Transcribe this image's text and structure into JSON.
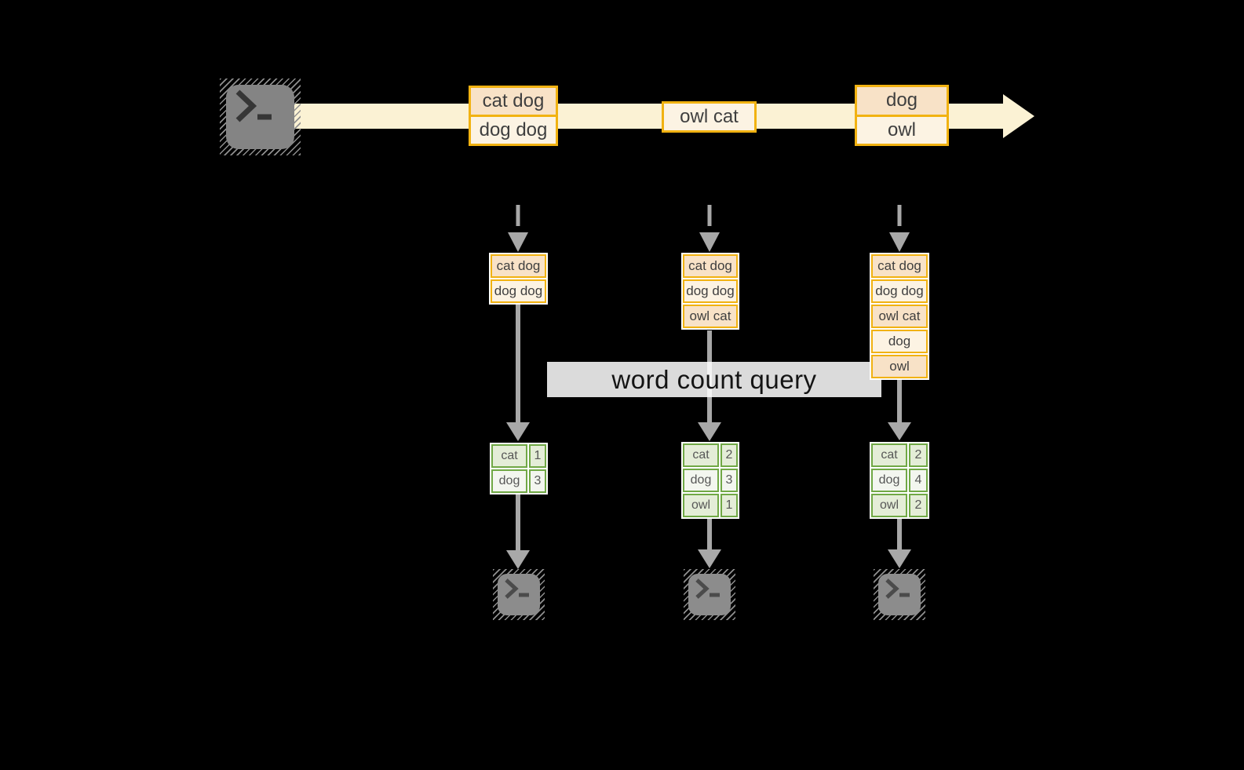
{
  "query_label": "word count query",
  "stream_batches": [
    {
      "rows": [
        "cat dog",
        "dog dog"
      ]
    },
    {
      "rows": [
        "owl cat"
      ]
    },
    {
      "rows": [
        "dog",
        "owl"
      ]
    }
  ],
  "micro_batches": [
    {
      "rows": [
        "cat dog",
        "dog dog"
      ]
    },
    {
      "rows": [
        "cat dog",
        "dog dog",
        "owl cat"
      ]
    },
    {
      "rows": [
        "cat dog",
        "dog dog",
        "owl cat",
        "dog",
        "owl"
      ]
    }
  ],
  "count_tables": [
    {
      "rows": [
        [
          "cat",
          "1"
        ],
        [
          "dog",
          "3"
        ]
      ]
    },
    {
      "rows": [
        [
          "cat",
          "2"
        ],
        [
          "dog",
          "3"
        ],
        [
          "owl",
          "1"
        ]
      ]
    },
    {
      "rows": [
        [
          "cat",
          "2"
        ],
        [
          "dog",
          "4"
        ],
        [
          "owl",
          "2"
        ]
      ]
    }
  ],
  "icons": {
    "source": "terminal-icon",
    "sinks": [
      "terminal-icon",
      "terminal-icon",
      "terminal-icon"
    ],
    "stream": "right-arrow-band",
    "flow": "down-arrow"
  },
  "colors": {
    "background": "#000000",
    "gold_border": "#F1B211",
    "peach_dark": "#F8E2C7",
    "peach_light": "#FCF3E3",
    "stream_band": "#FBF2D4",
    "green_border": "#70A845",
    "green_dark": "#E4EDD7",
    "green_light": "#F3F6EF",
    "arrow_gray": "#A8A8A8",
    "terminal_gray": "#848484",
    "banner_bg": "#FFFFFF"
  }
}
